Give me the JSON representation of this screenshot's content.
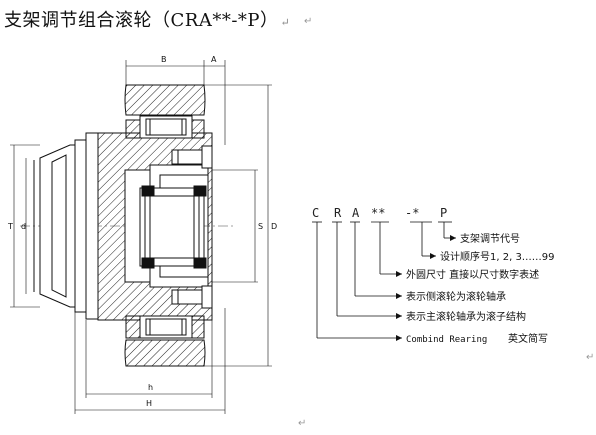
{
  "title": "支架调节组合滚轮（CRA**-*P）",
  "return_mark": "↵",
  "dimensions": {
    "B": "B",
    "A": "A",
    "T": "T",
    "d": "d",
    "S": "S",
    "D": "D",
    "h": "h",
    "H": "H"
  },
  "code": {
    "C": "C",
    "R": "R",
    "A": "A",
    "stars": "**",
    "dash_star": "-*",
    "P": "P"
  },
  "legend": {
    "p": "支架调节代号",
    "seq": "设计顺序号1, 2, 3……99",
    "od": "外圆尺寸 直接以尺寸数字表述",
    "a": "表示侧滚轮为滚轮轴承",
    "r": "表示主滚轮轴承为滚子结构",
    "c_en": "Combind Rearing",
    "c_cn": "英文简写"
  }
}
